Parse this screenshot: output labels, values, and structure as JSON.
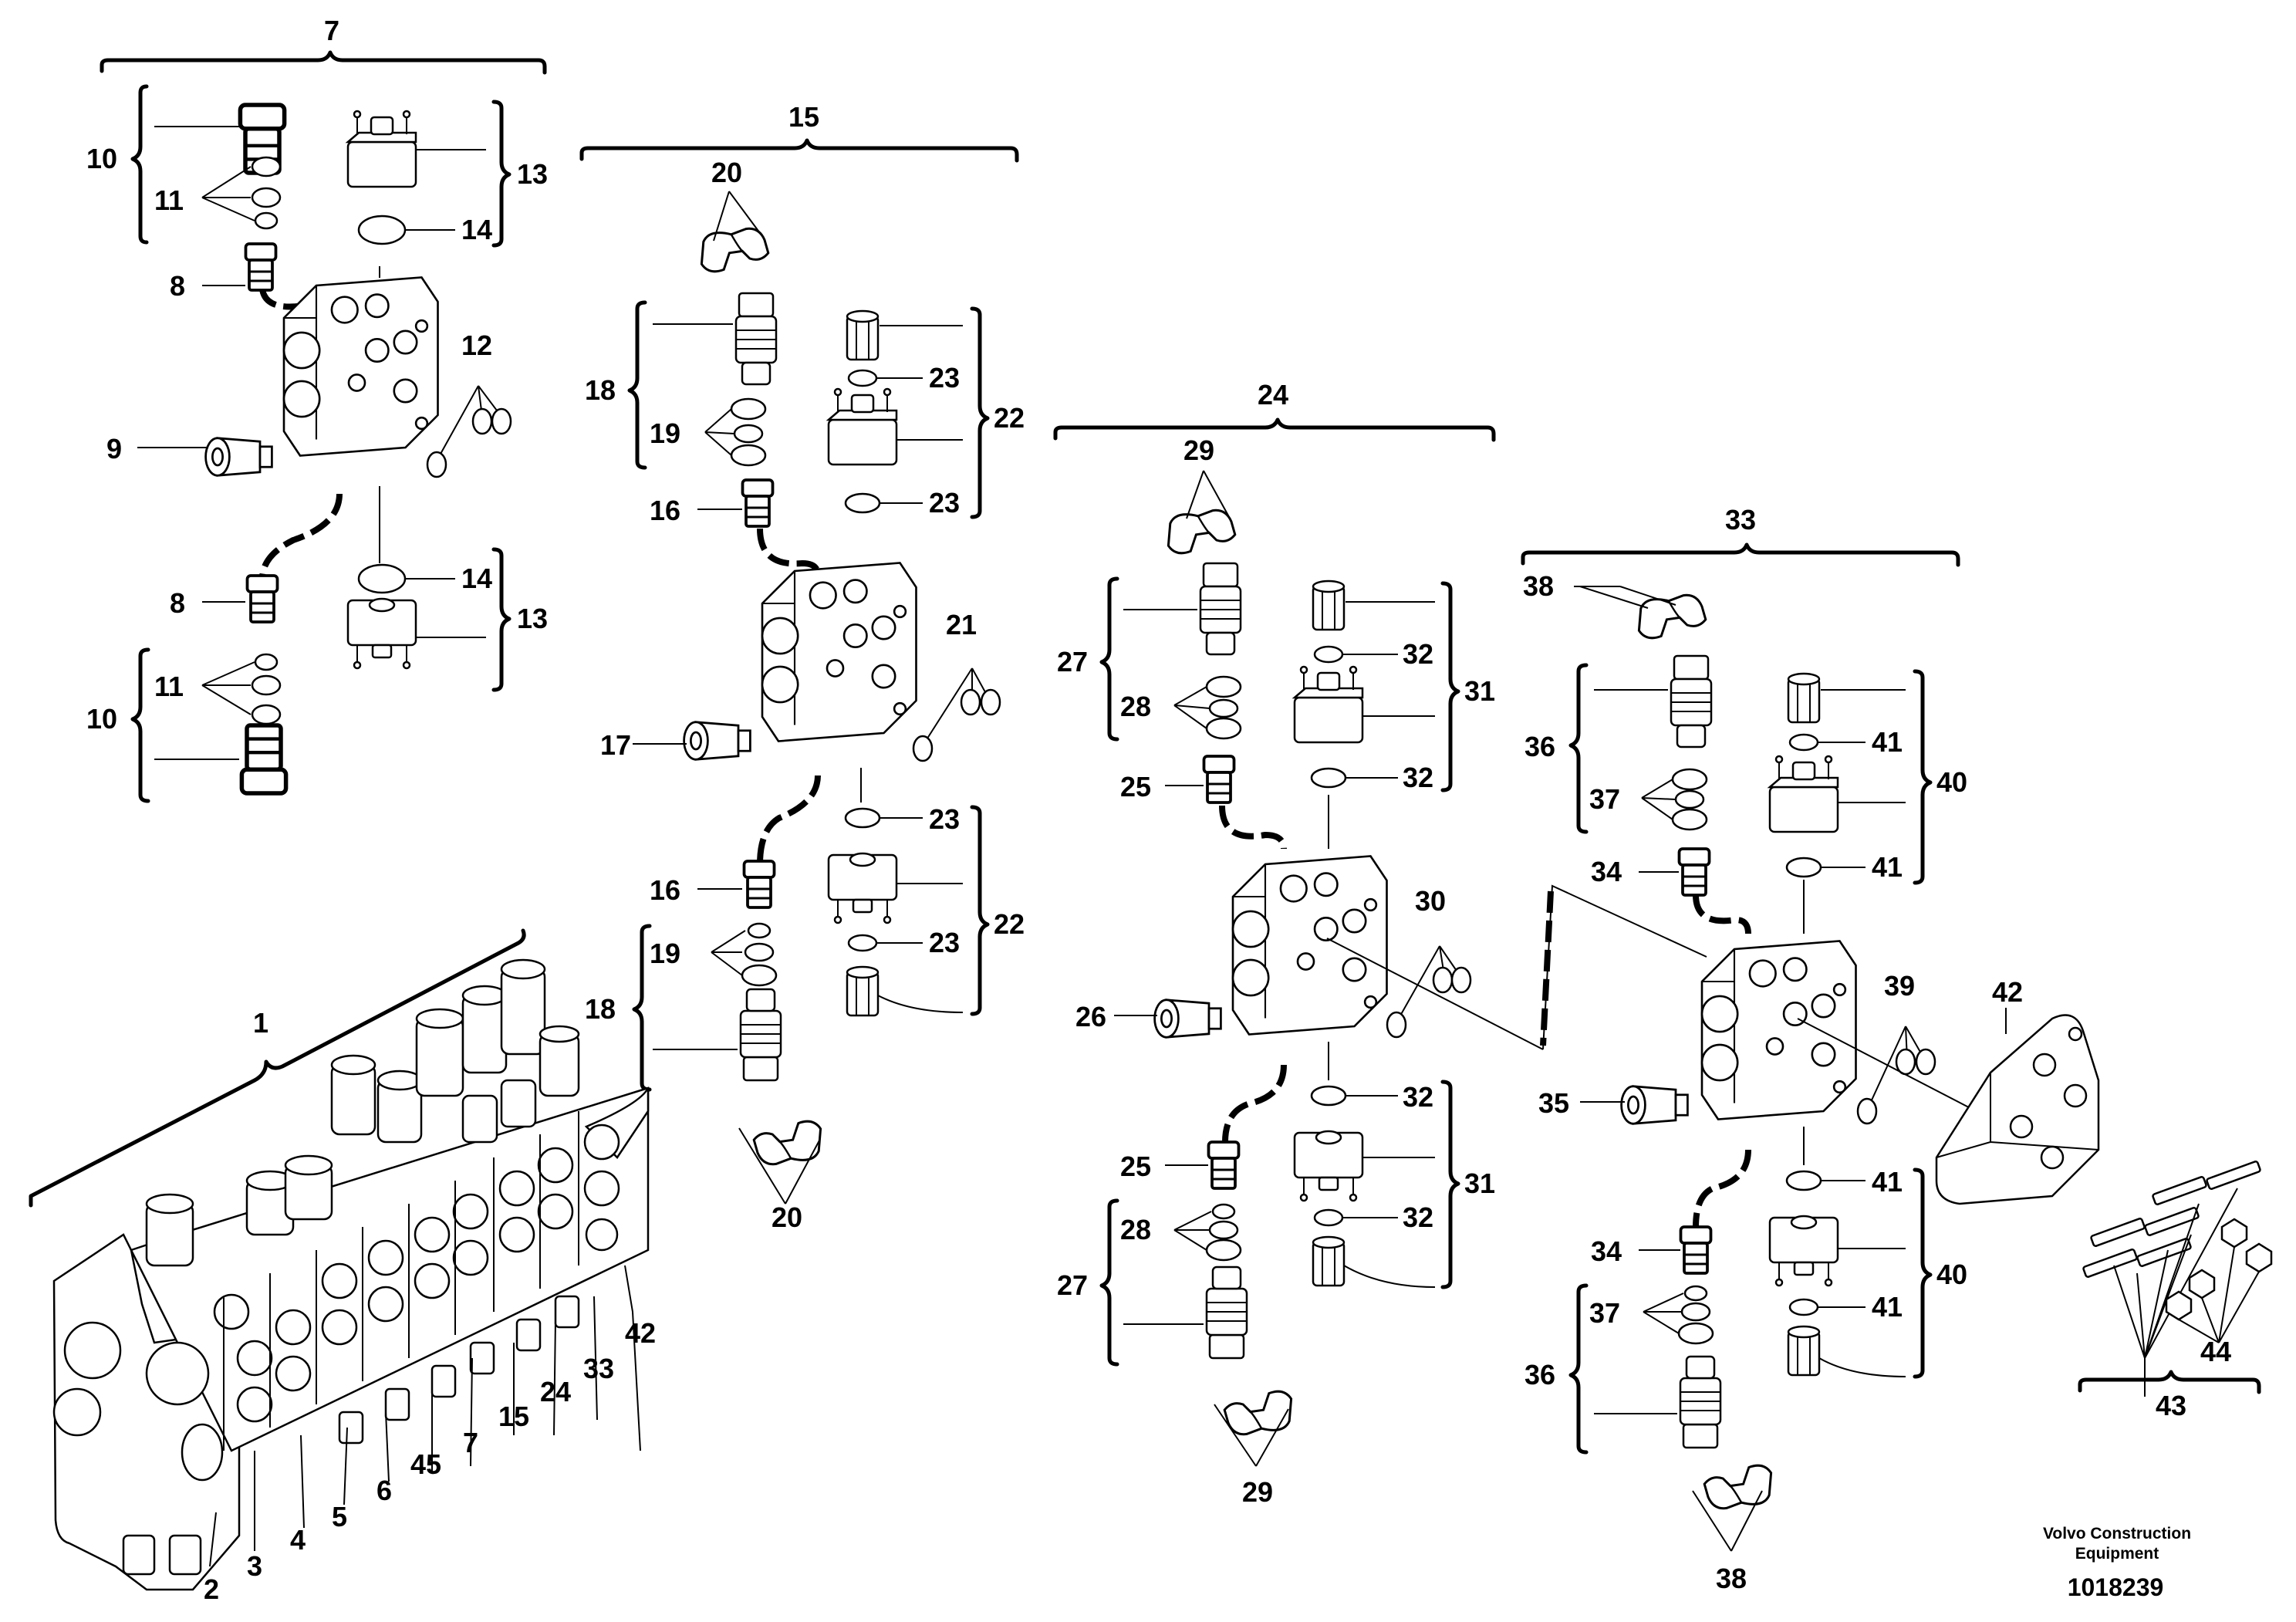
{
  "figure": {
    "brand_line1": "Volvo Construction",
    "brand_line2": "Equipment",
    "document_number": "1018239"
  },
  "callouts": {
    "c1": "1",
    "c2": "2",
    "c3": "3",
    "c4": "4",
    "c5": "5",
    "c6": "6",
    "c7": "7",
    "c7b": "7",
    "c8a": "8",
    "c8b": "8",
    "c9": "9",
    "c10a": "10",
    "c10b": "10",
    "c11a": "11",
    "c11b": "11",
    "c12": "12",
    "c13a": "13",
    "c13b": "13",
    "c14a": "14",
    "c14b": "14",
    "c15": "15",
    "c15b": "15",
    "c16a": "16",
    "c16b": "16",
    "c17": "17",
    "c18a": "18",
    "c18b": "18",
    "c19a": "19",
    "c19b": "19",
    "c20a": "20",
    "c20b": "20",
    "c21": "21",
    "c22a": "22",
    "c22b": "22",
    "c23a": "23",
    "c23b": "23",
    "c23c": "23",
    "c23d": "23",
    "c24": "24",
    "c24b": "24",
    "c25a": "25",
    "c25b": "25",
    "c26": "26",
    "c27a": "27",
    "c27b": "27",
    "c28a": "28",
    "c28b": "28",
    "c29a": "29",
    "c29b": "29",
    "c30": "30",
    "c31a": "31",
    "c31b": "31",
    "c32a": "32",
    "c32b": "32",
    "c32c": "32",
    "c32d": "32",
    "c33": "33",
    "c33b": "33",
    "c34a": "34",
    "c34b": "34",
    "c35": "35",
    "c36a": "36",
    "c36b": "36",
    "c37a": "37",
    "c37b": "37",
    "c38a": "38",
    "c38b": "38",
    "c39": "39",
    "c40a": "40",
    "c40b": "40",
    "c41a": "41",
    "c41b": "41",
    "c41c": "41",
    "c41d": "41",
    "c42": "42",
    "c42b": "42",
    "c43": "43",
    "c44": "44",
    "c45": "45"
  }
}
